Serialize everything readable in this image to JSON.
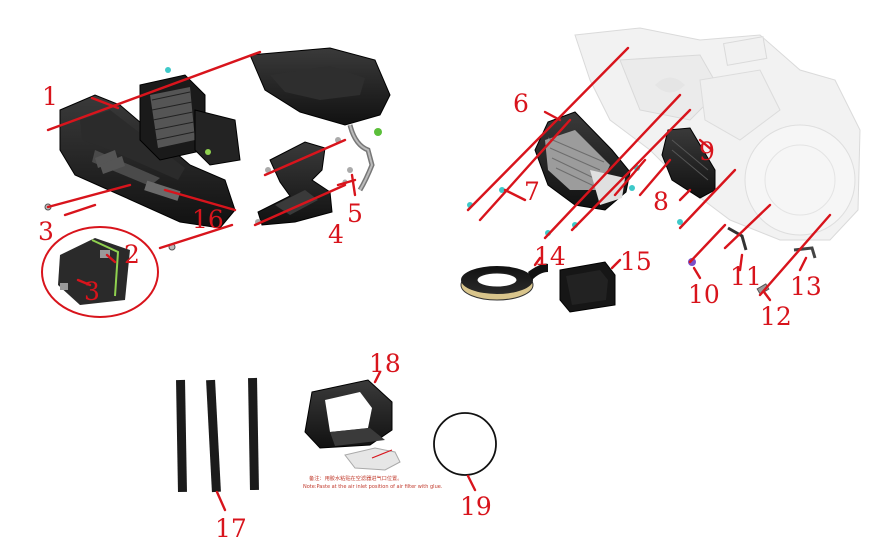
{
  "diagram": {
    "labels": [
      "1",
      "2",
      "3",
      "3",
      "4",
      "5",
      "6",
      "7",
      "8",
      "9",
      "10",
      "11",
      "12",
      "13",
      "14",
      "15",
      "16",
      "17",
      "18",
      "19"
    ],
    "note": {
      "cn": "备注：用胶水粘贴在空滤器进气口位置。",
      "en": "Note:Paste at the air inlet position of air filter with glue."
    },
    "colors": {
      "callout": "#d8141c",
      "part_dark": "#1f1f1f",
      "fastener_cyan": "#3ec9c9",
      "fastener_purple": "#7a4fc9",
      "foam_tan": "#d9c58c"
    }
  }
}
